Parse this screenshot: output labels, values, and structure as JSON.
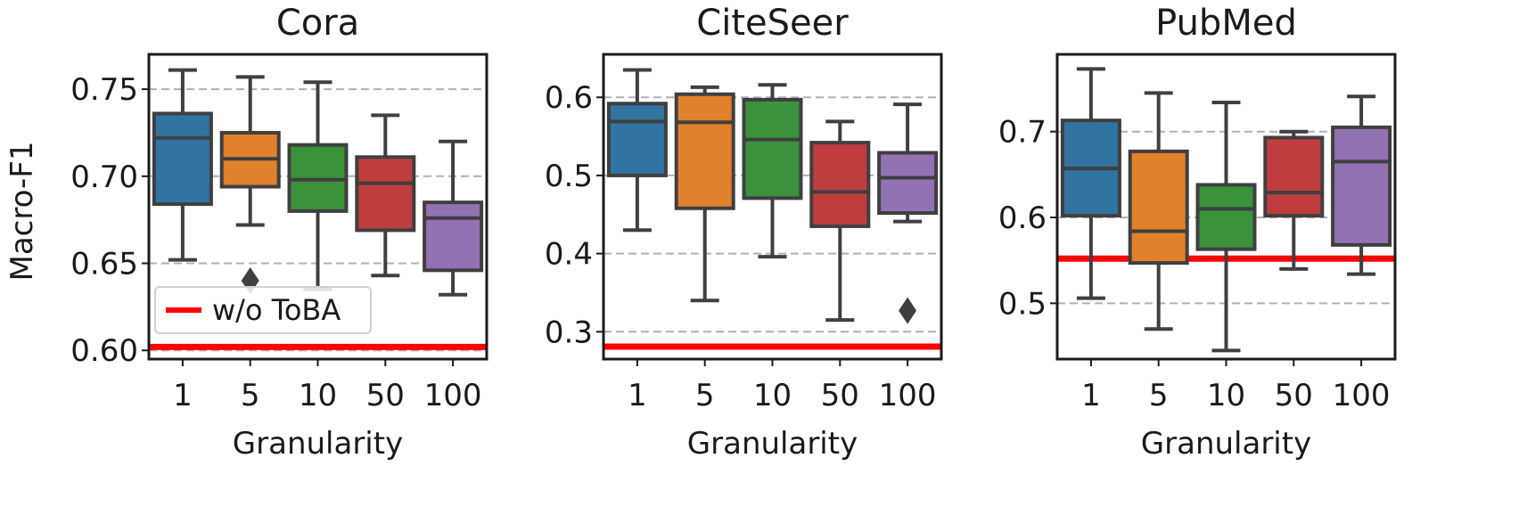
{
  "figure": {
    "ylabel": "Macro-F1",
    "legend": {
      "label": "w/o ToBA",
      "color": "#ff0000",
      "placement": "lower-left of first panel"
    }
  },
  "chart_data": [
    {
      "type": "box",
      "title": "Cora",
      "xlabel": "Granularity",
      "ylabel": "Macro-F1",
      "categories": [
        "1",
        "5",
        "10",
        "50",
        "100"
      ],
      "ylim": [
        0.595,
        0.77
      ],
      "yticks": [
        0.6,
        0.65,
        0.7,
        0.75
      ],
      "ytick_labels": [
        "0.60",
        "0.65",
        "0.70",
        "0.75"
      ],
      "grid": "horizontal dashed",
      "baseline": {
        "name": "w/o ToBA",
        "value": 0.602
      },
      "boxes": [
        {
          "category": "1",
          "whislo": 0.652,
          "q1": 0.684,
          "med": 0.722,
          "q3": 0.736,
          "whishi": 0.761,
          "fliers": []
        },
        {
          "category": "5",
          "whislo": 0.672,
          "q1": 0.694,
          "med": 0.71,
          "q3": 0.725,
          "whishi": 0.757,
          "fliers": [
            0.64
          ]
        },
        {
          "category": "10",
          "whislo": 0.635,
          "q1": 0.68,
          "med": 0.698,
          "q3": 0.718,
          "whishi": 0.754,
          "fliers": []
        },
        {
          "category": "50",
          "whislo": 0.643,
          "q1": 0.669,
          "med": 0.696,
          "q3": 0.711,
          "whishi": 0.735,
          "fliers": []
        },
        {
          "category": "100",
          "whislo": 0.632,
          "q1": 0.646,
          "med": 0.676,
          "q3": 0.685,
          "whishi": 0.72,
          "fliers": []
        }
      ]
    },
    {
      "type": "box",
      "title": "CiteSeer",
      "xlabel": "Granularity",
      "ylabel": "",
      "categories": [
        "1",
        "5",
        "10",
        "50",
        "100"
      ],
      "ylim": [
        0.265,
        0.655
      ],
      "yticks": [
        0.3,
        0.4,
        0.5,
        0.6
      ],
      "ytick_labels": [
        "0.3",
        "0.4",
        "0.5",
        "0.6"
      ],
      "grid": "horizontal dashed",
      "baseline": {
        "name": "w/o ToBA",
        "value": 0.281
      },
      "boxes": [
        {
          "category": "1",
          "whislo": 0.43,
          "q1": 0.5,
          "med": 0.569,
          "q3": 0.592,
          "whishi": 0.635,
          "fliers": []
        },
        {
          "category": "5",
          "whislo": 0.34,
          "q1": 0.458,
          "med": 0.568,
          "q3": 0.604,
          "whishi": 0.613,
          "fliers": []
        },
        {
          "category": "10",
          "whislo": 0.396,
          "q1": 0.471,
          "med": 0.546,
          "q3": 0.597,
          "whishi": 0.616,
          "fliers": []
        },
        {
          "category": "50",
          "whislo": 0.315,
          "q1": 0.435,
          "med": 0.479,
          "q3": 0.542,
          "whishi": 0.569,
          "fliers": []
        },
        {
          "category": "100",
          "whislo": 0.441,
          "q1": 0.452,
          "med": 0.497,
          "q3": 0.529,
          "whishi": 0.591,
          "fliers": [
            0.327
          ]
        }
      ]
    },
    {
      "type": "box",
      "title": "PubMed",
      "xlabel": "Granularity",
      "ylabel": "",
      "categories": [
        "1",
        "5",
        "10",
        "50",
        "100"
      ],
      "ylim": [
        0.435,
        0.79
      ],
      "yticks": [
        0.5,
        0.6,
        0.7
      ],
      "ytick_labels": [
        "0.5",
        "0.6",
        "0.7"
      ],
      "grid": "horizontal dashed",
      "baseline": {
        "name": "w/o ToBA",
        "value": 0.552
      },
      "boxes": [
        {
          "category": "1",
          "whislo": 0.506,
          "q1": 0.602,
          "med": 0.657,
          "q3": 0.713,
          "whishi": 0.773,
          "fliers": []
        },
        {
          "category": "5",
          "whislo": 0.47,
          "q1": 0.547,
          "med": 0.584,
          "q3": 0.677,
          "whishi": 0.745,
          "fliers": []
        },
        {
          "category": "10",
          "whislo": 0.445,
          "q1": 0.563,
          "med": 0.61,
          "q3": 0.638,
          "whishi": 0.734,
          "fliers": []
        },
        {
          "category": "50",
          "whislo": 0.54,
          "q1": 0.602,
          "med": 0.629,
          "q3": 0.693,
          "whishi": 0.7,
          "fliers": []
        },
        {
          "category": "100",
          "whislo": 0.534,
          "q1": 0.568,
          "med": 0.665,
          "q3": 0.705,
          "whishi": 0.741,
          "fliers": []
        }
      ]
    }
  ],
  "colors": {
    "boxes": [
      "#3274a1",
      "#e1812c",
      "#3a923a",
      "#c03d3e",
      "#9372b2"
    ],
    "edge": "#3f3f3f",
    "grid": "#b0b0b0",
    "baseline": "#ff0000"
  }
}
